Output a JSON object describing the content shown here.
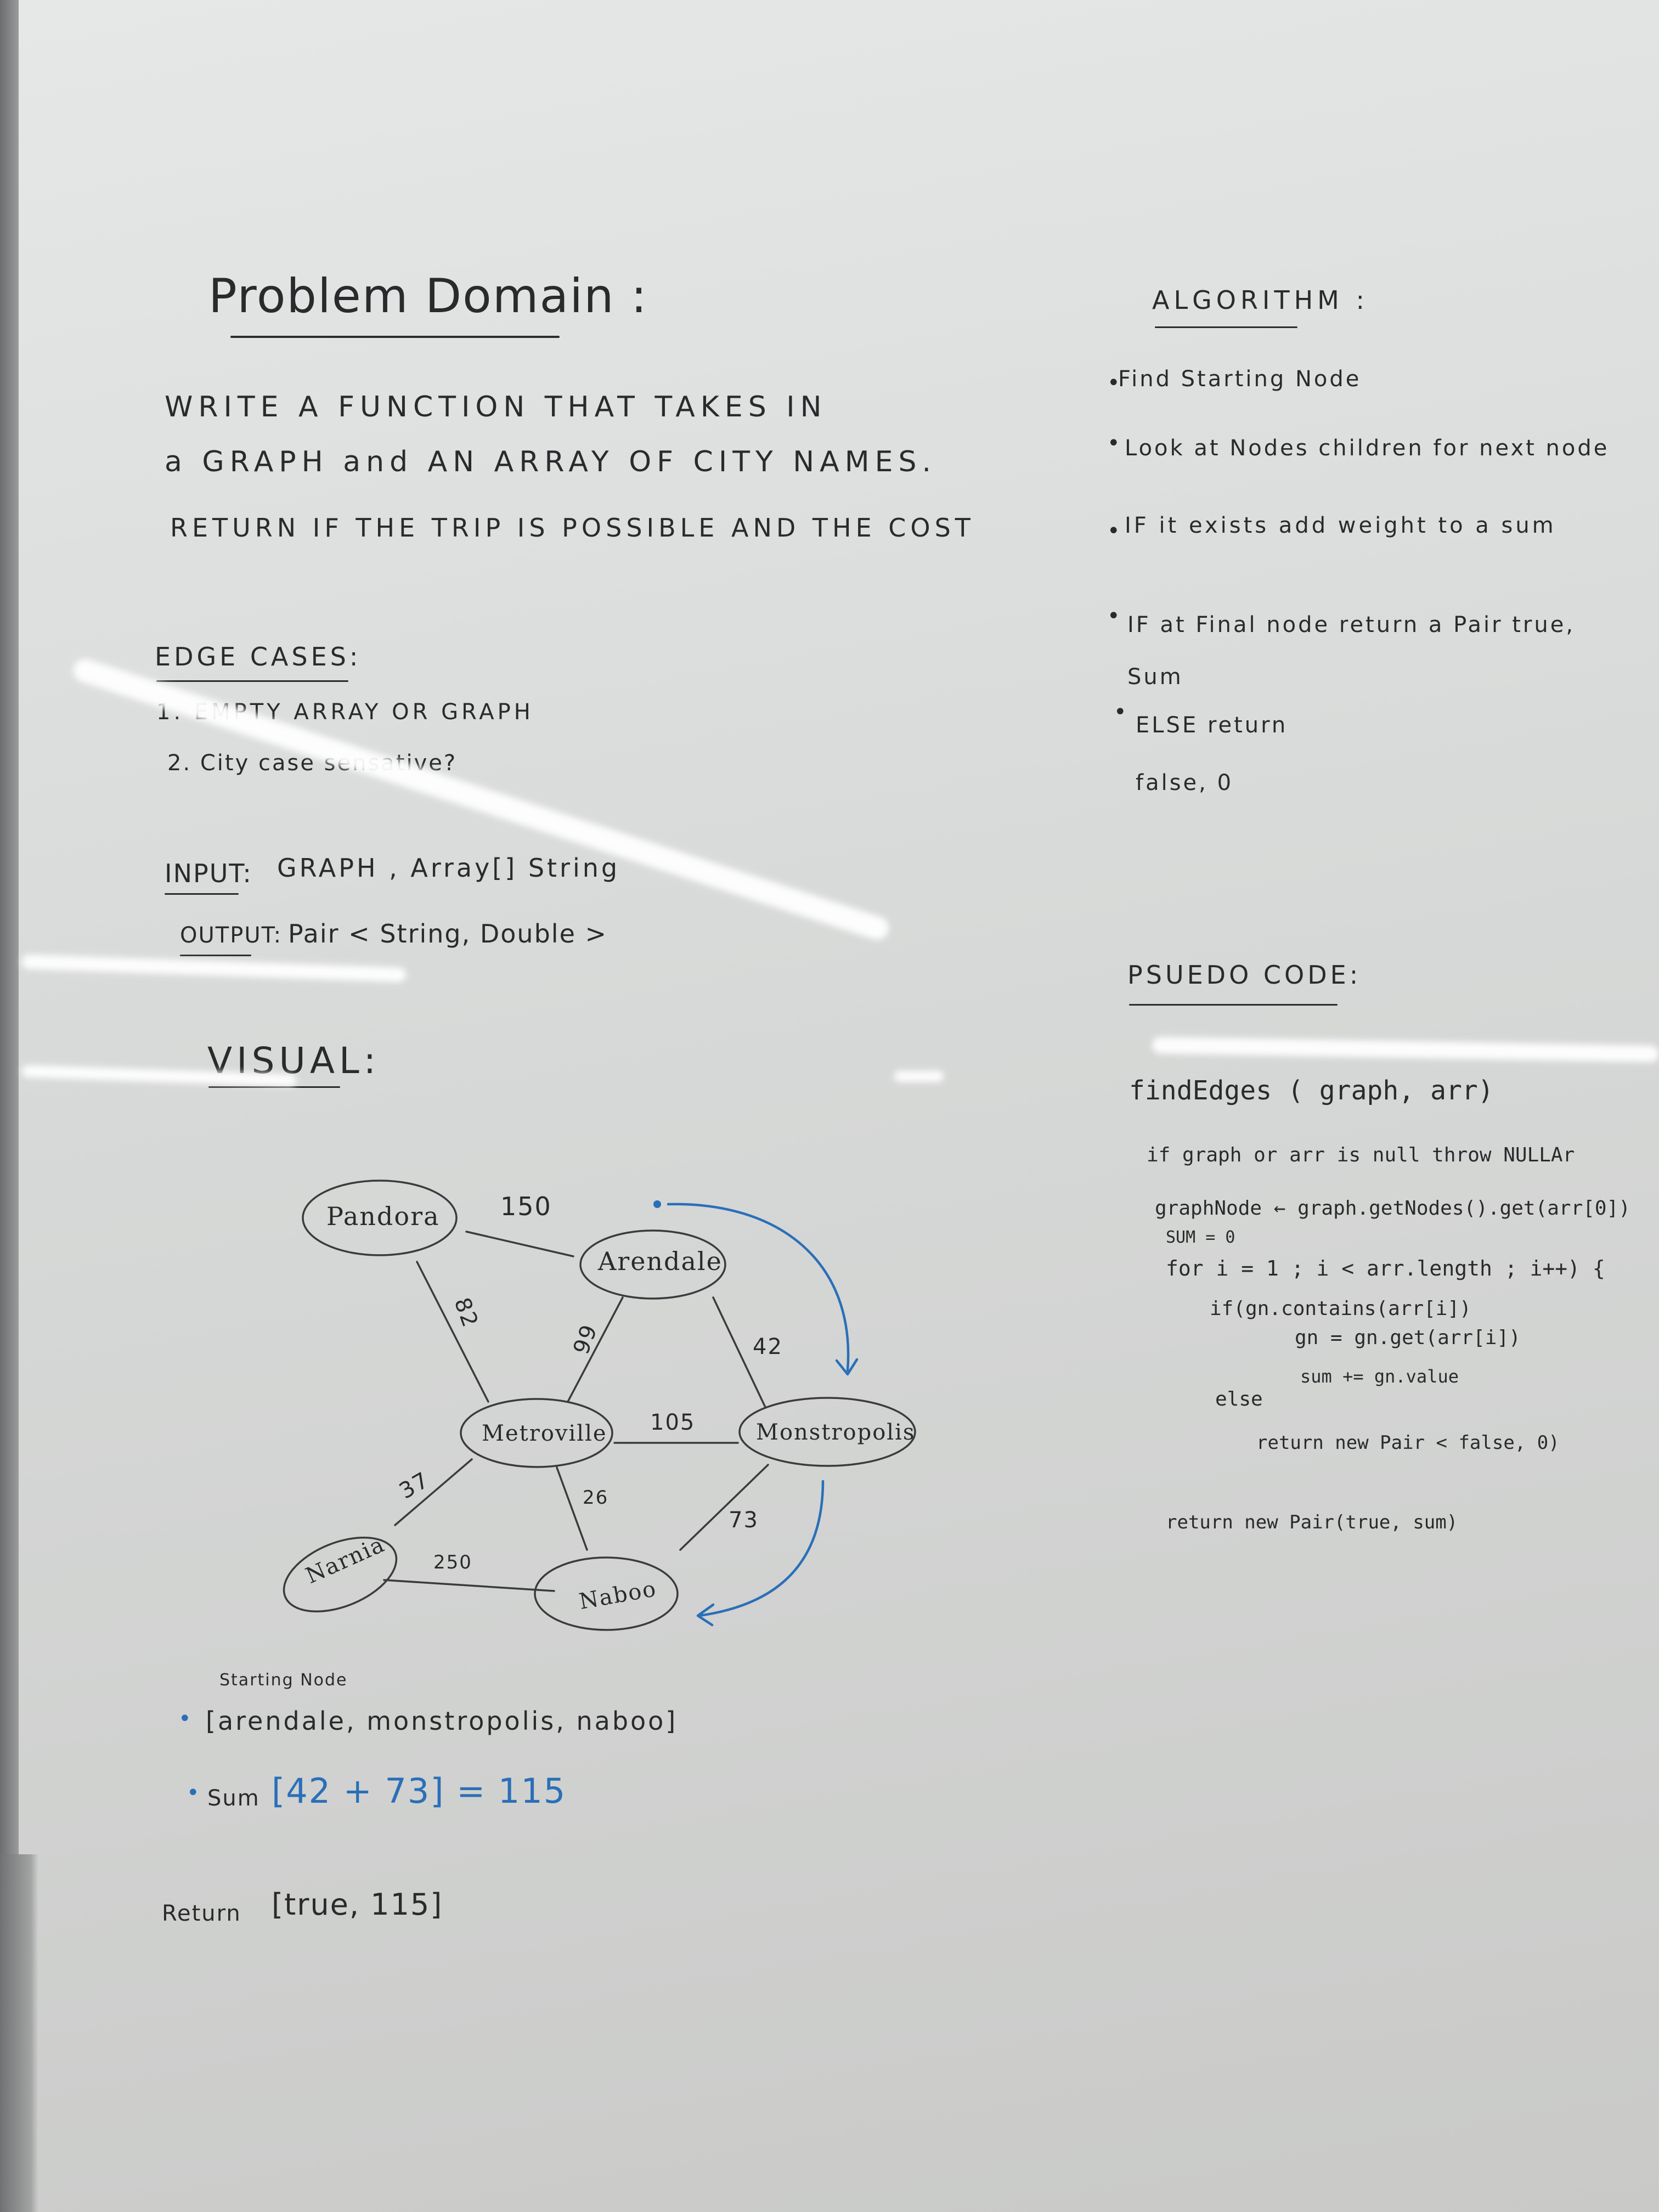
{
  "problem": {
    "title": "Problem Domain :",
    "lines": [
      "WRITE A FUNCTION THAT TAKES IN",
      "a GRAPH and AN ARRAY OF CITY NAMES.",
      "RETURN IF THE TRIP IS POSSIBLE AND THE COST"
    ]
  },
  "edge_cases": {
    "title": "EDGE CASES:",
    "items": [
      "1. EMPTY ARRAY OR GRAPH",
      "2. City case sensative?"
    ]
  },
  "io": {
    "input_label": "INPUT:",
    "input_value": "GRAPH , Array[] String",
    "output_label": "OUTPUT:",
    "output_value": "Pair < String, Double >"
  },
  "visual": {
    "title": "VISUAL:",
    "nodes": [
      "Pandora",
      "Arendale",
      "Metroville",
      "Monstropolis",
      "Narnia",
      "Naboo"
    ],
    "edges": [
      {
        "from": "Pandora",
        "to": "Arendale",
        "weight": "150"
      },
      {
        "from": "Pandora",
        "to": "Metroville",
        "weight": "82"
      },
      {
        "from": "Arendale",
        "to": "Metroville",
        "weight": "99"
      },
      {
        "from": "Arendale",
        "to": "Monstropolis",
        "weight": "42"
      },
      {
        "from": "Metroville",
        "to": "Monstropolis",
        "weight": "105"
      },
      {
        "from": "Metroville",
        "to": "Narnia",
        "weight": "37"
      },
      {
        "from": "Metroville",
        "to": "Naboo",
        "weight": "26"
      },
      {
        "from": "Monstropolis",
        "to": "Naboo",
        "weight": "73"
      },
      {
        "from": "Narnia",
        "to": "Naboo",
        "weight": "250"
      }
    ],
    "starting_node_label": "Starting Node",
    "example_input": "[arendale, monstropolis, naboo]",
    "sum_label": "Sum",
    "sum_expression": "[42 + 73] = 115",
    "return_label": "Return",
    "return_value": "[true, 115]",
    "highlight_color": "#2a6fb8"
  },
  "algorithm": {
    "title": "ALGORITHM :",
    "steps": [
      "Find Starting Node",
      "Look at Nodes children for next node",
      "IF it exists add weight to a sum",
      "IF at Final node return a Pair true, Sum",
      "ELSE return false, 0"
    ]
  },
  "pseudo": {
    "title": "PSUEDO CODE:",
    "lines": [
      "findEdges ( graph, arr)",
      "if graph or arr is null throw NULLAr",
      "graphNode ← graph.getNodes().get(arr[0])",
      "SUM = 0",
      "for i = 1 ; i < arr.length ; i++) {",
      "if(gn.contains(arr[i])",
      "gn = gn.get(arr[i])",
      "sum += gn.value",
      "else",
      "return new Pair < false, 0)",
      "return new Pair(true, sum)"
    ]
  }
}
